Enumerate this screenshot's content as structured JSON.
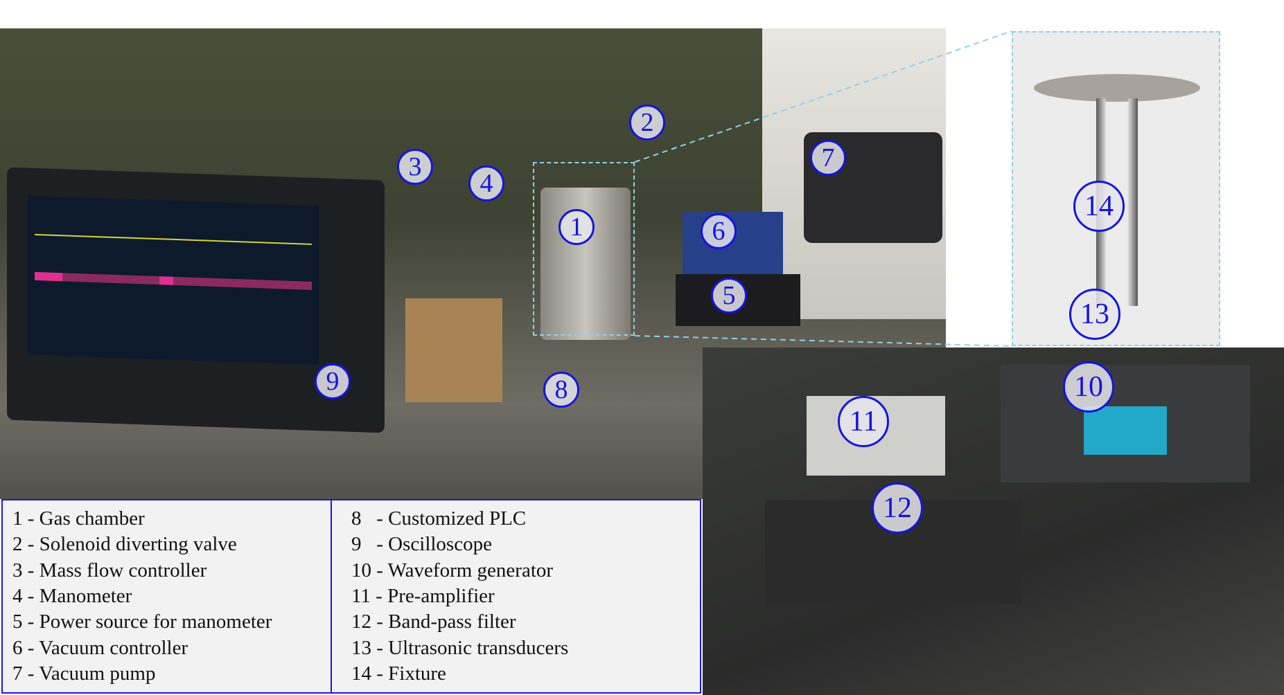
{
  "markers": [
    "1",
    "2",
    "3",
    "4",
    "5",
    "6",
    "7",
    "8",
    "9",
    "10",
    "11",
    "12",
    "13",
    "14"
  ],
  "legend": {
    "left": [
      "1 - Gas chamber",
      "2 - Solenoid diverting valve",
      "3 - Mass flow controller",
      "4 - Manometer",
      "5 - Power source for manometer",
      "6 - Vacuum controller",
      "7 - Vacuum pump"
    ],
    "right": [
      "8   - Customized PLC",
      "9   - Oscilloscope",
      "10 - Waveform generator",
      "11 - Pre-amplifier",
      "12 - Band-pass filter",
      "13 - Ultrasonic transducers",
      "14 - Fixture"
    ]
  },
  "colors": {
    "marker": "#1414e0",
    "legend_border": "#1818e0",
    "callout_dash": "#8fd0e6"
  }
}
